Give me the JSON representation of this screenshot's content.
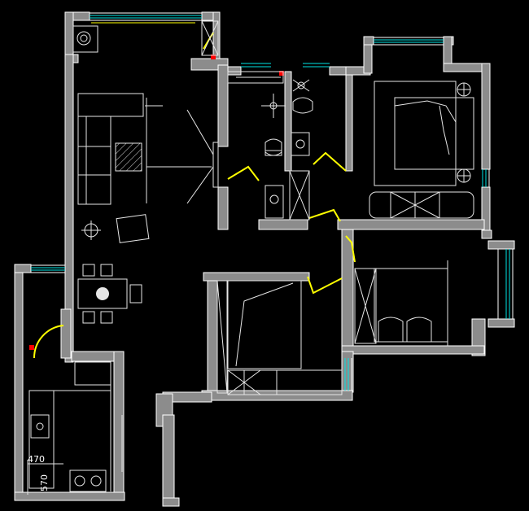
{
  "drawing": {
    "dimensions": [
      {
        "id": "dim-horizontal",
        "text": "470"
      },
      {
        "id": "dim-vertical",
        "text": "570"
      }
    ]
  },
  "colors": {
    "background": "#000000",
    "wall": "#8c8c8c",
    "wall_line": "#ffffff",
    "furniture": "#e6e6e6",
    "door_swing": "#ffff00",
    "window_glass": "#00e5e5",
    "marker": "#ff0000"
  }
}
